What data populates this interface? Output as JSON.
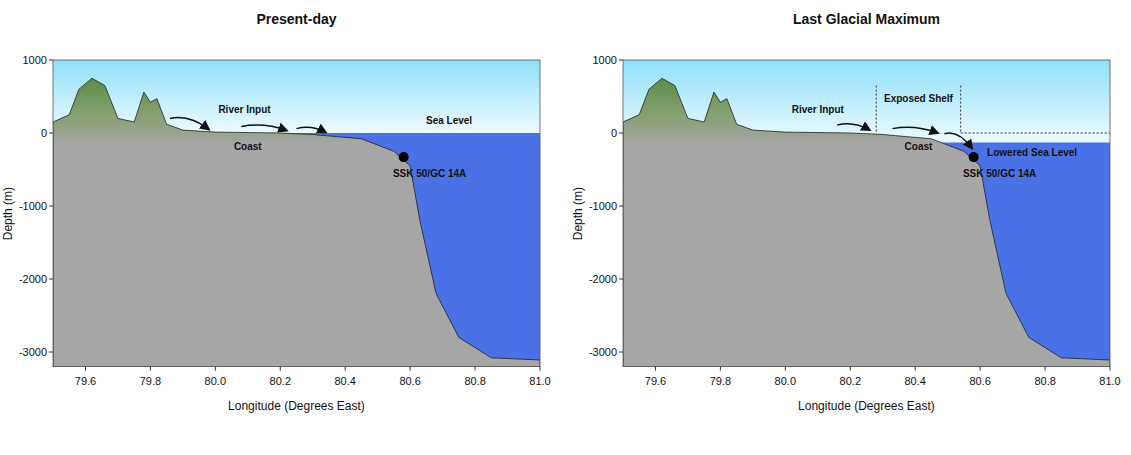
{
  "diagram": {
    "labels": [
      "Present-day",
      "Depth (m)",
      "1000",
      "0",
      "-1000",
      "-2000",
      "-3000",
      "79.6",
      "79.8",
      "80.0",
      "80.2",
      "80.4",
      "80.6",
      "80.8",
      "81.0",
      "Longitude (Degrees East)",
      "River Input",
      "Coast",
      "Sea Level",
      "SSK 50/GC 14A",
      "Last Glacial Maximum",
      "Depth (m)",
      "1000",
      "0",
      "-1000",
      "-2000",
      "-3000",
      "79.6",
      "79.8",
      "80.0",
      "80.2",
      "80.4",
      "80.6",
      "80.8",
      "81.0",
      "Longitude (Degrees East)",
      "River Input",
      "Exposed Shelf",
      "Coast",
      "Lowered Sea Level",
      "SSK 50/GC 14A"
    ]
  }
}
